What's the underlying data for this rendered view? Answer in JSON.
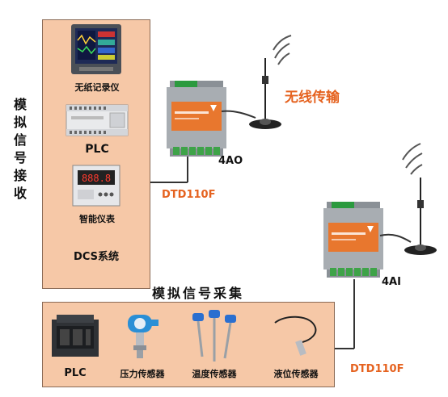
{
  "receive_panel": {
    "side_label": [
      "模",
      "拟",
      "信",
      "号",
      "接",
      "收"
    ],
    "devices": {
      "recorder": "无纸记录仪",
      "plc": "PLC",
      "meter": "智能仪表",
      "dcs": "DCS系统"
    }
  },
  "wireless_label": "无线传输",
  "transmitter": {
    "model": "DTD110F",
    "channel": "4AO"
  },
  "receiver": {
    "model": "DTD110F",
    "channel": "4AI"
  },
  "collect_panel": {
    "title": "模拟信号采集",
    "devices": {
      "plc": "PLC",
      "pressure": "压力传感器",
      "temperature": "温度传感器",
      "level": "液位传感器"
    }
  },
  "colors": {
    "panel_fill": "#f6c8a7",
    "accent_orange": "#e5621f",
    "module_orange": "#e8772e",
    "terminal_green": "#3ea348"
  }
}
